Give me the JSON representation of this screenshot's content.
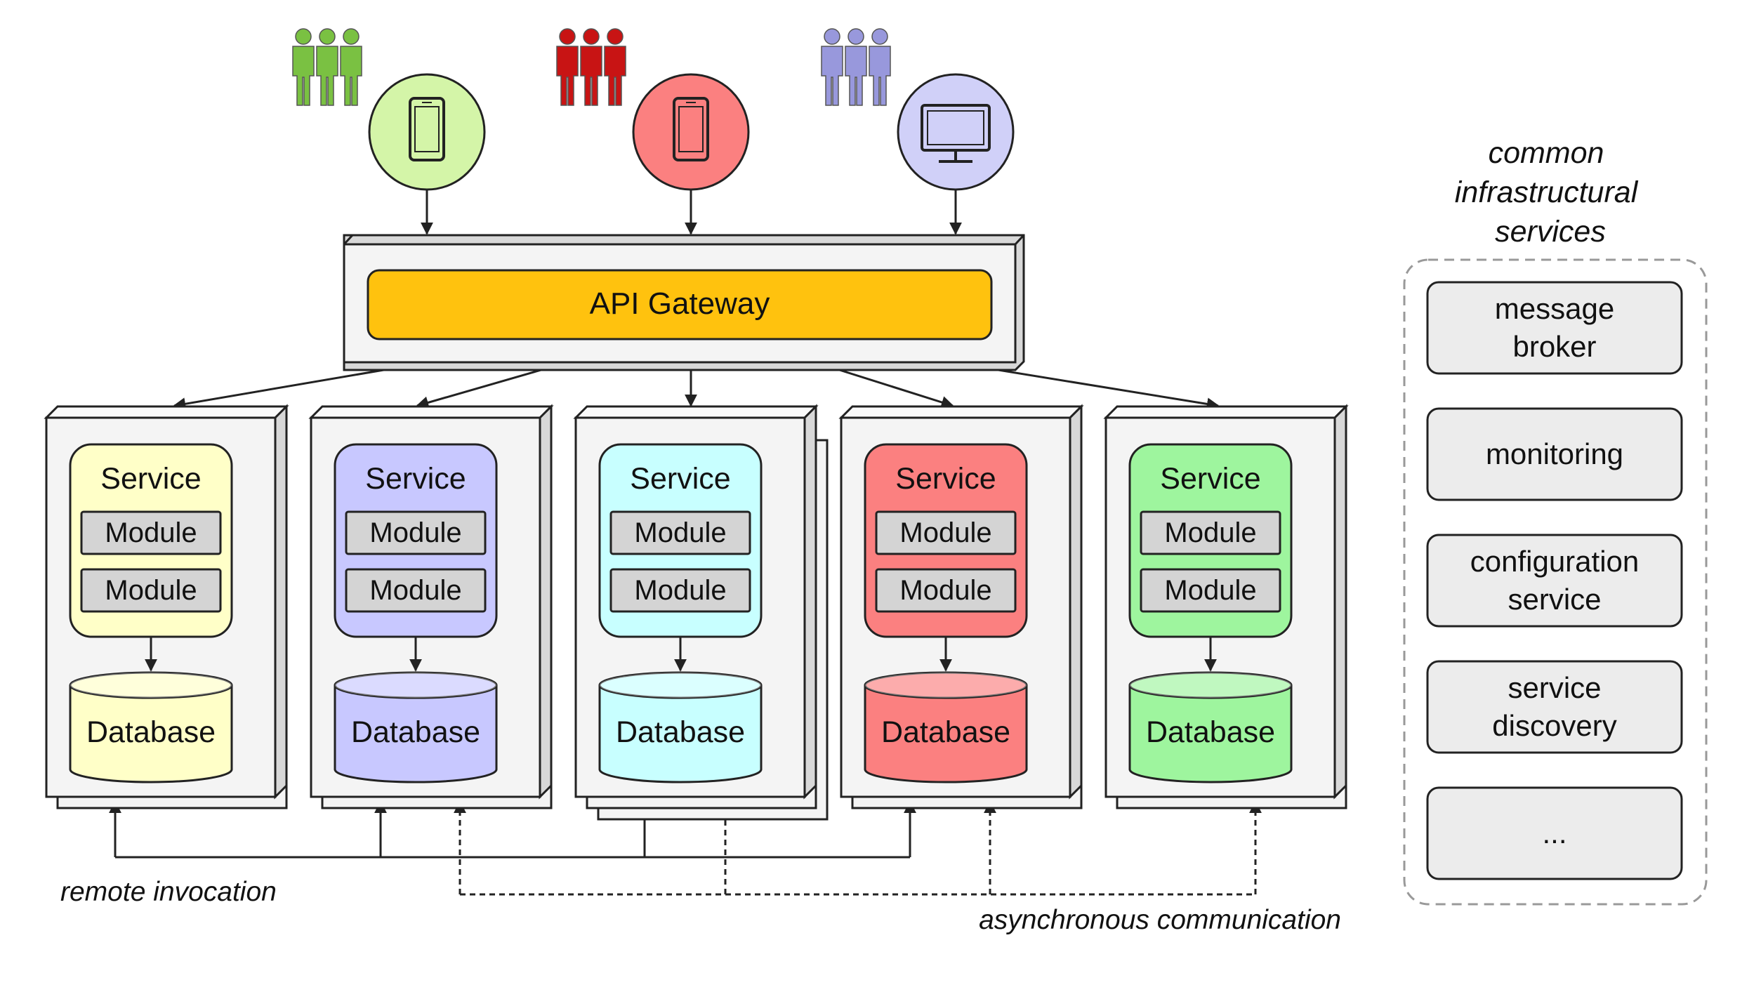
{
  "gateway": {
    "label": "API Gateway"
  },
  "clients": [
    {
      "device": "smartphone-icon",
      "users": "green-users-icon",
      "color": "#d4f5a8",
      "users_color": "#7ac142"
    },
    {
      "device": "smartphone-icon",
      "users": "red-users-icon",
      "color": "#fb8080",
      "users_color": "#c81414"
    },
    {
      "device": "desktop-monitor-icon",
      "users": "purple-users-icon",
      "color": "#d0d0f8",
      "users_color": "#9898dc"
    }
  ],
  "services": [
    {
      "title": "Service",
      "modules": [
        "Module",
        "Module"
      ],
      "database": "Database",
      "color": "#ffffc8",
      "db_color": "#ffffc8"
    },
    {
      "title": "Service",
      "modules": [
        "Module",
        "Module"
      ],
      "database": "Database",
      "color": "#c8c8ff",
      "db_color": "#c8c8ff"
    },
    {
      "title": "Service",
      "modules": [
        "Module",
        "Module"
      ],
      "database": "Database",
      "color": "#c8ffff",
      "db_color": "#c8ffff"
    },
    {
      "title": "Service",
      "modules": [
        "Module",
        "Module"
      ],
      "database": "Database",
      "color": "#fb8080",
      "db_color": "#fb8080"
    },
    {
      "title": "Service",
      "modules": [
        "Module",
        "Module"
      ],
      "database": "Database",
      "color": "#9ef59e",
      "db_color": "#9ef59e"
    }
  ],
  "annotations": {
    "remote": "remote invocation",
    "async": "asynchronous communication"
  },
  "infrastructure": {
    "title_lines": [
      "common",
      "infrastructural",
      "services"
    ],
    "items": [
      {
        "lines": [
          "message",
          "broker"
        ]
      },
      {
        "lines": [
          "monitoring"
        ]
      },
      {
        "lines": [
          "configuration",
          "service"
        ]
      },
      {
        "lines": [
          "service",
          "discovery"
        ]
      },
      {
        "lines": [
          "..."
        ]
      }
    ]
  },
  "colors": {
    "gateway": "#ffc20e",
    "module": "#d4d4d4",
    "infra_box": "#ececec",
    "frame": "#f4f4f4",
    "stroke": "#222222"
  }
}
